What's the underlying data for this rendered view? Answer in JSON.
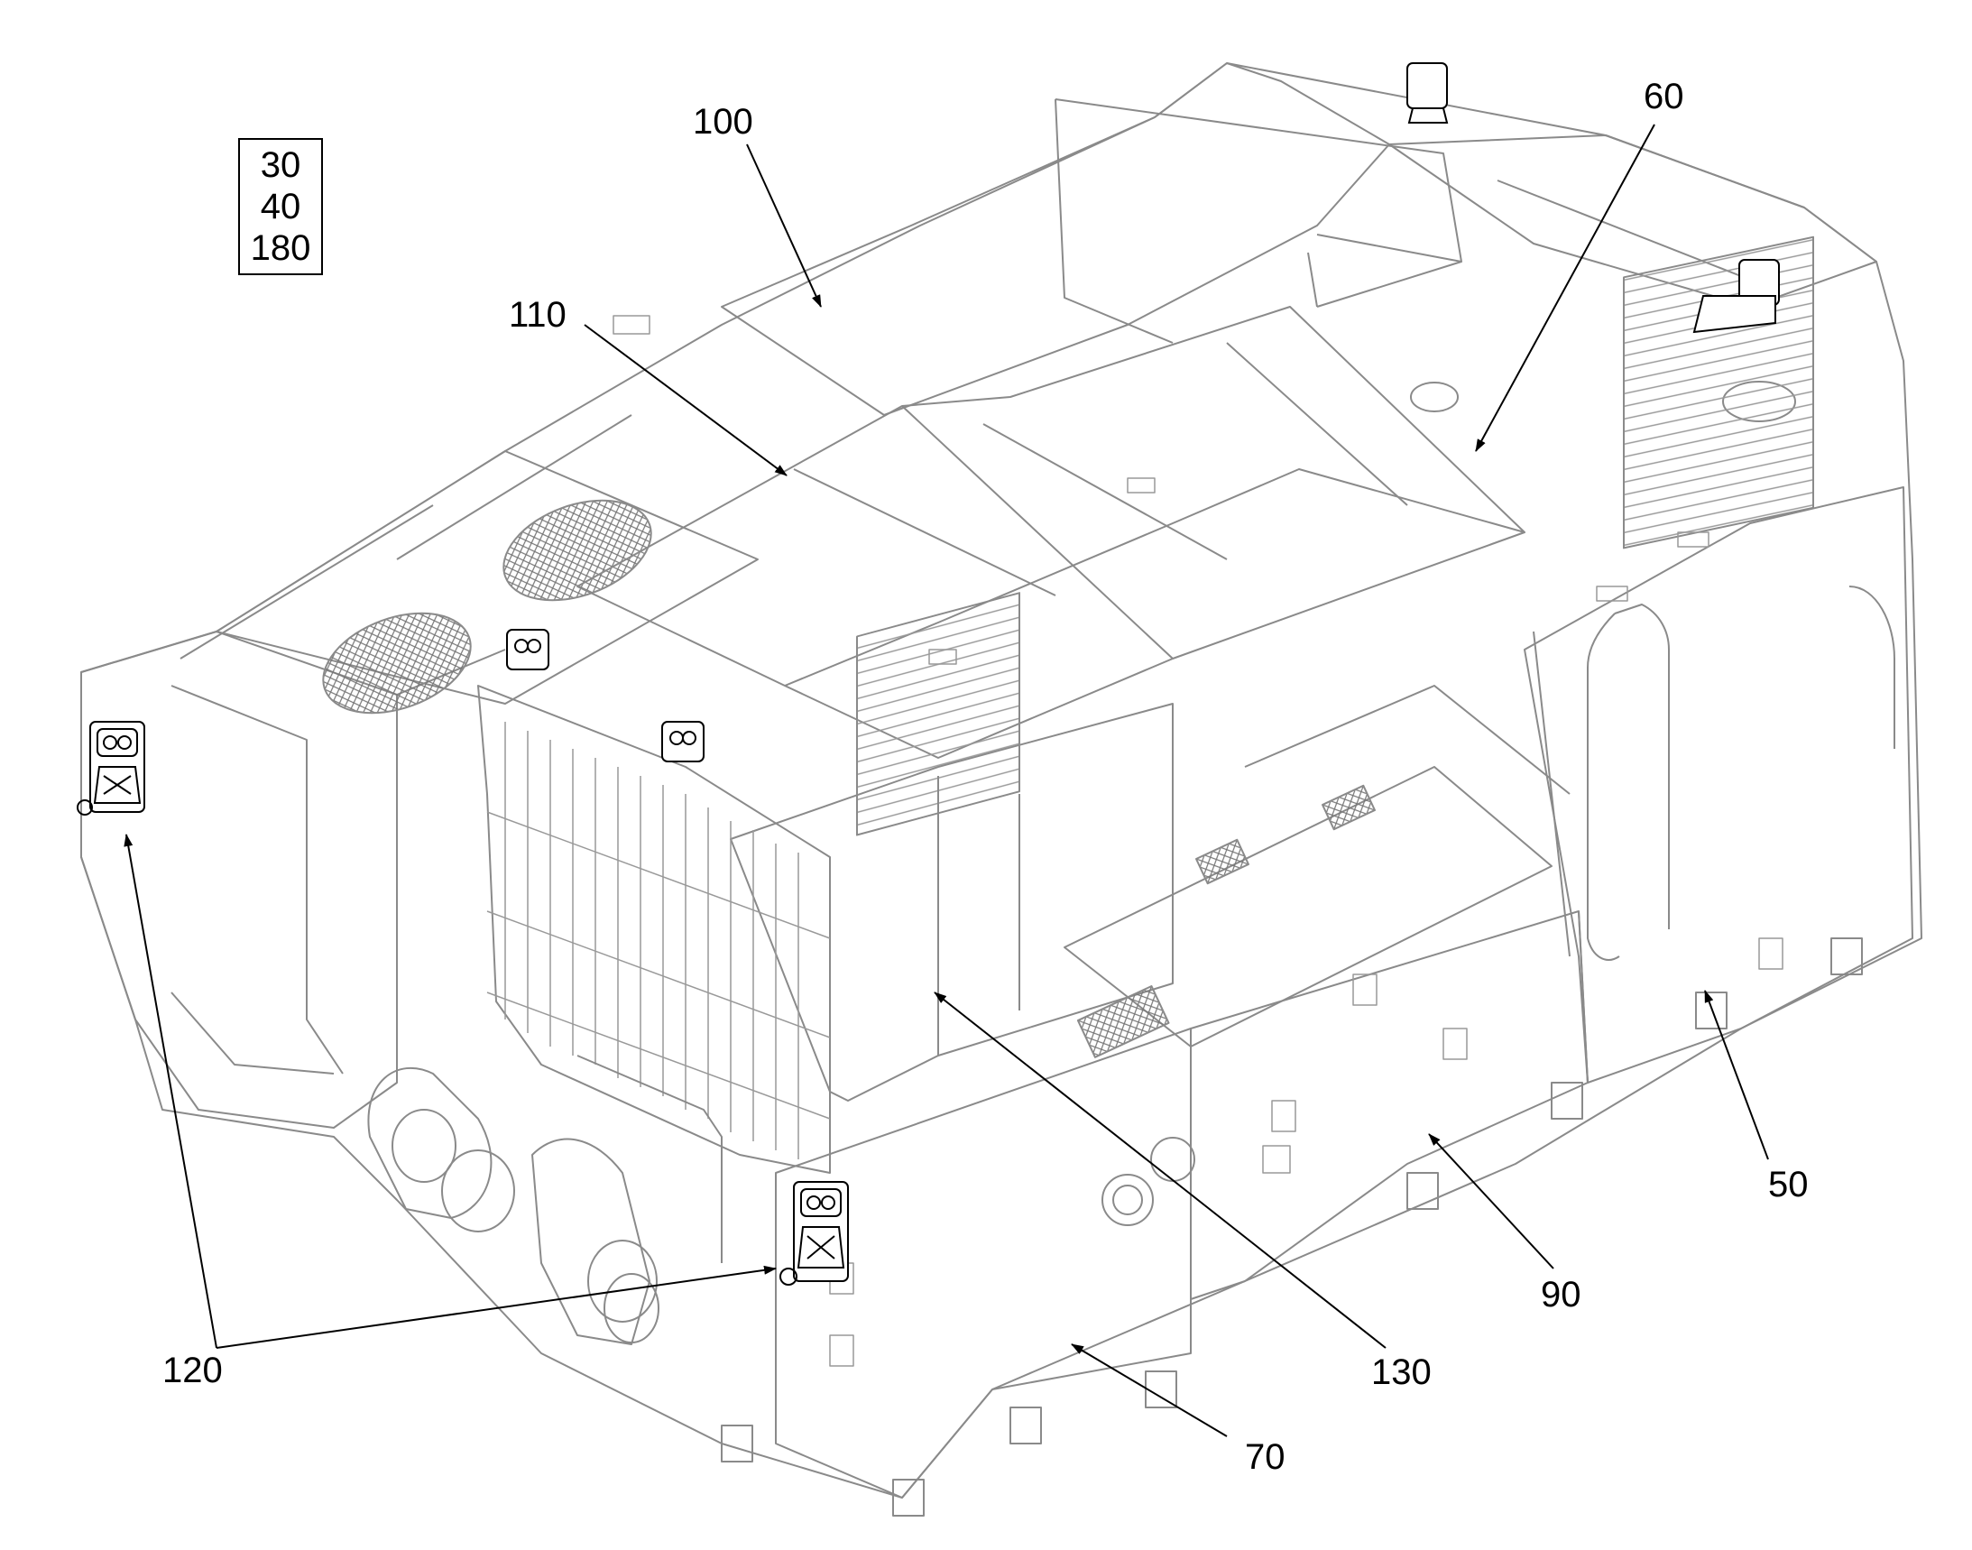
{
  "figure": {
    "reference_box": [
      "30",
      "40",
      "180"
    ],
    "callouts": [
      {
        "id": "c100",
        "label": "100"
      },
      {
        "id": "c110",
        "label": "110"
      },
      {
        "id": "c60",
        "label": "60"
      },
      {
        "id": "c120",
        "label": "120"
      },
      {
        "id": "c130",
        "label": "130"
      },
      {
        "id": "c70",
        "label": "70"
      },
      {
        "id": "c90",
        "label": "90"
      },
      {
        "id": "c50",
        "label": "50"
      }
    ]
  }
}
